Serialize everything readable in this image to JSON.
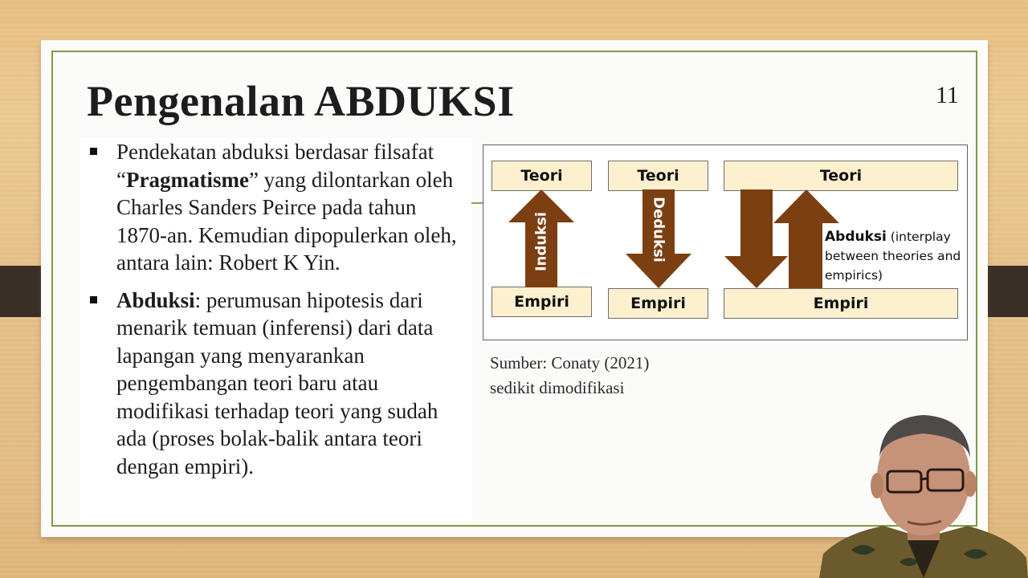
{
  "slide": {
    "title": "Pengenalan ABDUKSI",
    "page_number": "11",
    "bullets": [
      {
        "parts": [
          {
            "text": "Pendekatan abduksi berdasar filsafat “",
            "bold": false
          },
          {
            "text": "Pragmatisme",
            "bold": true
          },
          {
            "text": "” yang dilontarkan oleh Charles Sanders Peirce  pada tahun 1870-an. Kemudian dipopulerkan oleh, antara lain: Robert K Yin.",
            "bold": false
          }
        ]
      },
      {
        "parts": [
          {
            "text": "Abduksi",
            "bold": true
          },
          {
            "text": ": perumusan hipotesis dari menarik temuan (inferensi) dari data lapangan yang menyarankan pengembangan teori baru atau modifikasi terhadap teori yang sudah ada (proses bolak-balik antara teori dengan empiri).",
            "bold": false
          }
        ]
      }
    ],
    "bullet1": {
      "a": "Pendekatan abduksi berdasar filsafat “",
      "b": "Pragmatisme",
      "c": "” yang dilontarkan oleh Charles Sanders Peirce  pada tahun 1870-an. Kemudian dipopulerkan oleh, antara lain: Robert K Yin."
    },
    "bullet2": {
      "a": "Abduksi",
      "b": ": perumusan hipotesis dari menarik temuan (inferensi) dari data lapangan yang menyarankan pengembangan teori baru atau modifikasi terhadap teori yang sudah ada (proses bolak-balik antara teori dengan empiri)."
    },
    "source": {
      "line1": "Sumber: Conaty (2021)",
      "line2": "sedikit dimodifikasi"
    }
  },
  "diagram": {
    "colors": {
      "arrow": "#7b3f12",
      "box_fill": "#fdf0cf",
      "box_border": "#6d6d6d"
    },
    "panels": [
      {
        "top_label": "Teori",
        "bottom_label": "Empiri",
        "arrow_label": "Induksi",
        "direction": "up"
      },
      {
        "top_label": "Teori",
        "bottom_label": "Empiri",
        "arrow_label": "Deduksi",
        "direction": "down"
      },
      {
        "top_label": "Teori",
        "bottom_label": "Empiri",
        "arrow_label_bold": "Abduksi",
        "arrow_label_rest": " (interplay between theories and empirics)",
        "direction": "both"
      }
    ]
  },
  "speaker": {
    "description": "presenter webcam overlay"
  }
}
